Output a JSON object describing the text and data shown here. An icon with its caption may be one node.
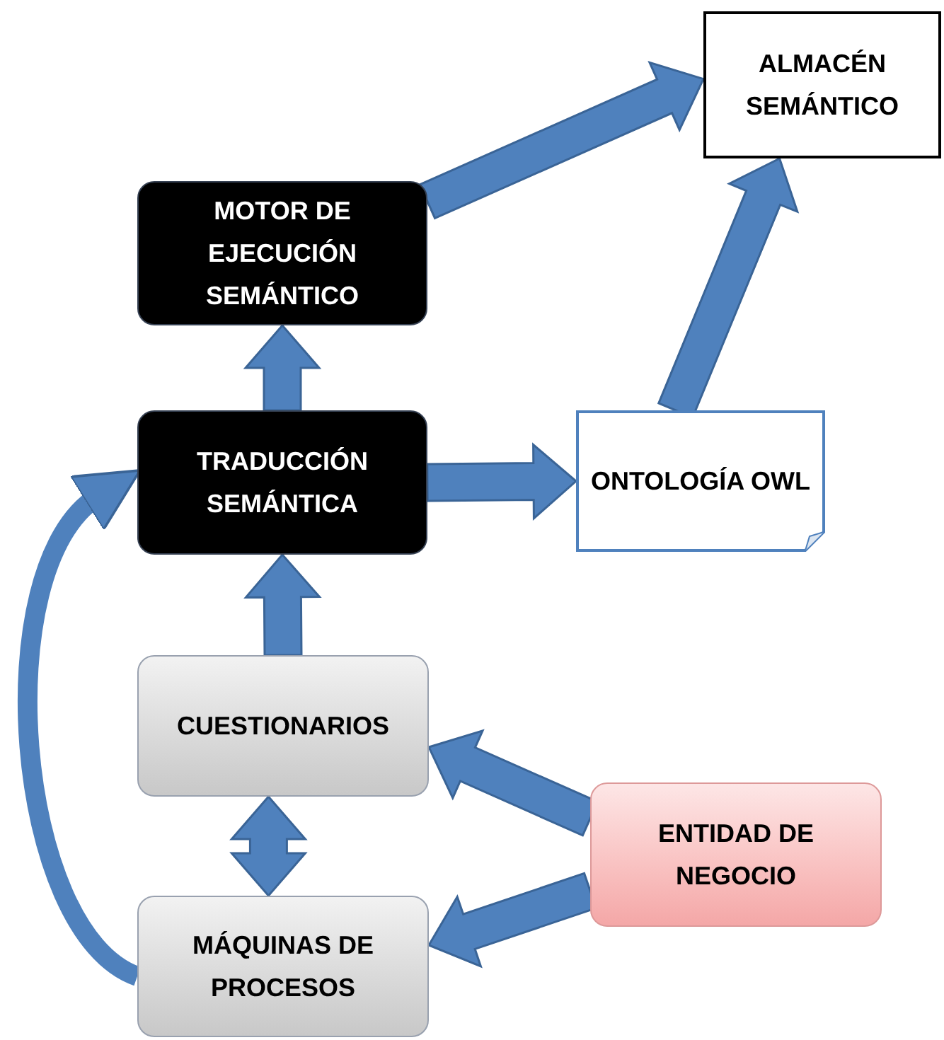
{
  "diagram": {
    "nodes": [
      {
        "text": [
          "ALMACÉN SEMÁNTICO"
        ]
      },
      {
        "text": [
          "MOTOR DE EJECUCIÓN SEMÁNTICO"
        ]
      },
      {
        "text": [
          "TRADUCCIÓN SEMÁNTICA"
        ]
      },
      {
        "text": [
          "ONTOLOGÍA OWL"
        ]
      },
      {
        "text": [
          "CUESTIONARIOS"
        ]
      },
      {
        "text": [
          "ENTIDAD DE NEGOCIO"
        ]
      },
      {
        "text": [
          "MÁQUINAS DE PROCESOS"
        ]
      }
    ],
    "edges": [
      {
        "from": 1,
        "to": 0,
        "arrow": "to"
      },
      {
        "from": 3,
        "to": 0,
        "arrow": "to"
      },
      {
        "from": 2,
        "to": 1,
        "arrow": "to"
      },
      {
        "from": 2,
        "to": 3,
        "arrow": "to"
      },
      {
        "from": 4,
        "to": 2,
        "arrow": "to"
      },
      {
        "from": 4,
        "to": 6,
        "arrow": "both"
      },
      {
        "from": 6,
        "to": 2,
        "arrow": "to"
      },
      {
        "from": 5,
        "to": 4,
        "arrow": "to"
      },
      {
        "from": 5,
        "to": 6,
        "arrow": "to"
      }
    ]
  }
}
